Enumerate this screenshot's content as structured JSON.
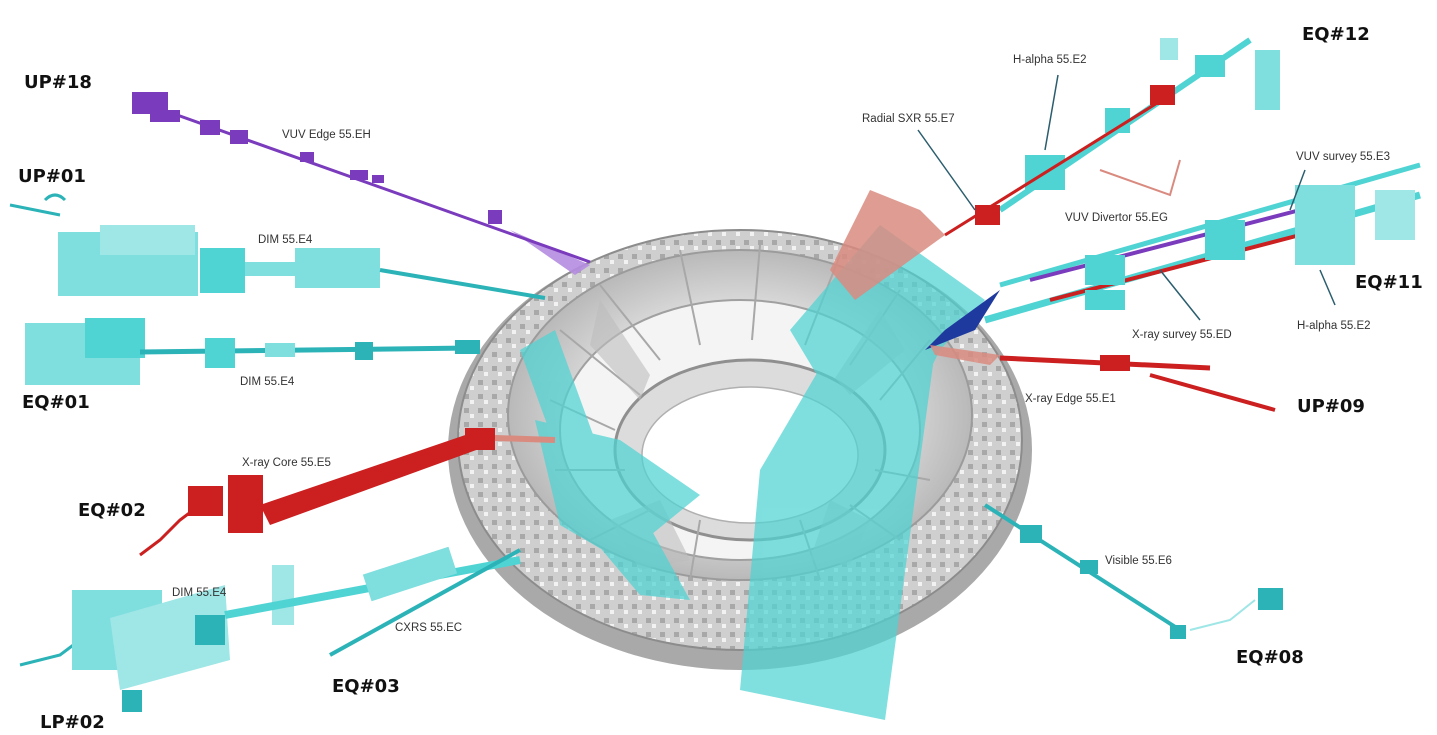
{
  "ports": {
    "up18": "UP#18",
    "up01": "UP#01",
    "eq01": "EQ#01",
    "eq02": "EQ#02",
    "lp02": "LP#02",
    "eq03": "EQ#03",
    "eq12": "EQ#12",
    "eq11": "EQ#11",
    "up09": "UP#09",
    "eq08": "EQ#08"
  },
  "diagnostics": {
    "vuv_edge": "VUV Edge 55.EH",
    "dim_upper": "DIM 55.E4",
    "dim_eq01": "DIM 55.E4",
    "xray_core": "X-ray Core 55.E5",
    "dim_lp02": "DIM 55.E4",
    "cxrs": "CXRS 55.EC",
    "h_alpha_eq12": "H-alpha 55.E2",
    "radial_sxr": "Radial SXR 55.E7",
    "vuv_divertor": "VUV Divertor 55.EG",
    "vuv_survey": "VUV survey 55.E3",
    "xray_survey": "X-ray survey 55.ED",
    "h_alpha_eq11": "H-alpha 55.E2",
    "xray_edge": "X-ray Edge 55.E1",
    "visible": "Visible 55.E6"
  },
  "colors": {
    "cyan": "#4fd3d3",
    "cyan_dark": "#2bb3b8",
    "cyan_light": "#9fe6e6",
    "red": "#cc1f1f",
    "red_light": "#d98b80",
    "purple": "#7a3bbd",
    "purple_light": "#b58ce0",
    "navy": "#1f3a9e",
    "vessel": "#c8c8c8",
    "vessel_dark": "#9a9a9a",
    "vessel_light": "#ececec"
  }
}
